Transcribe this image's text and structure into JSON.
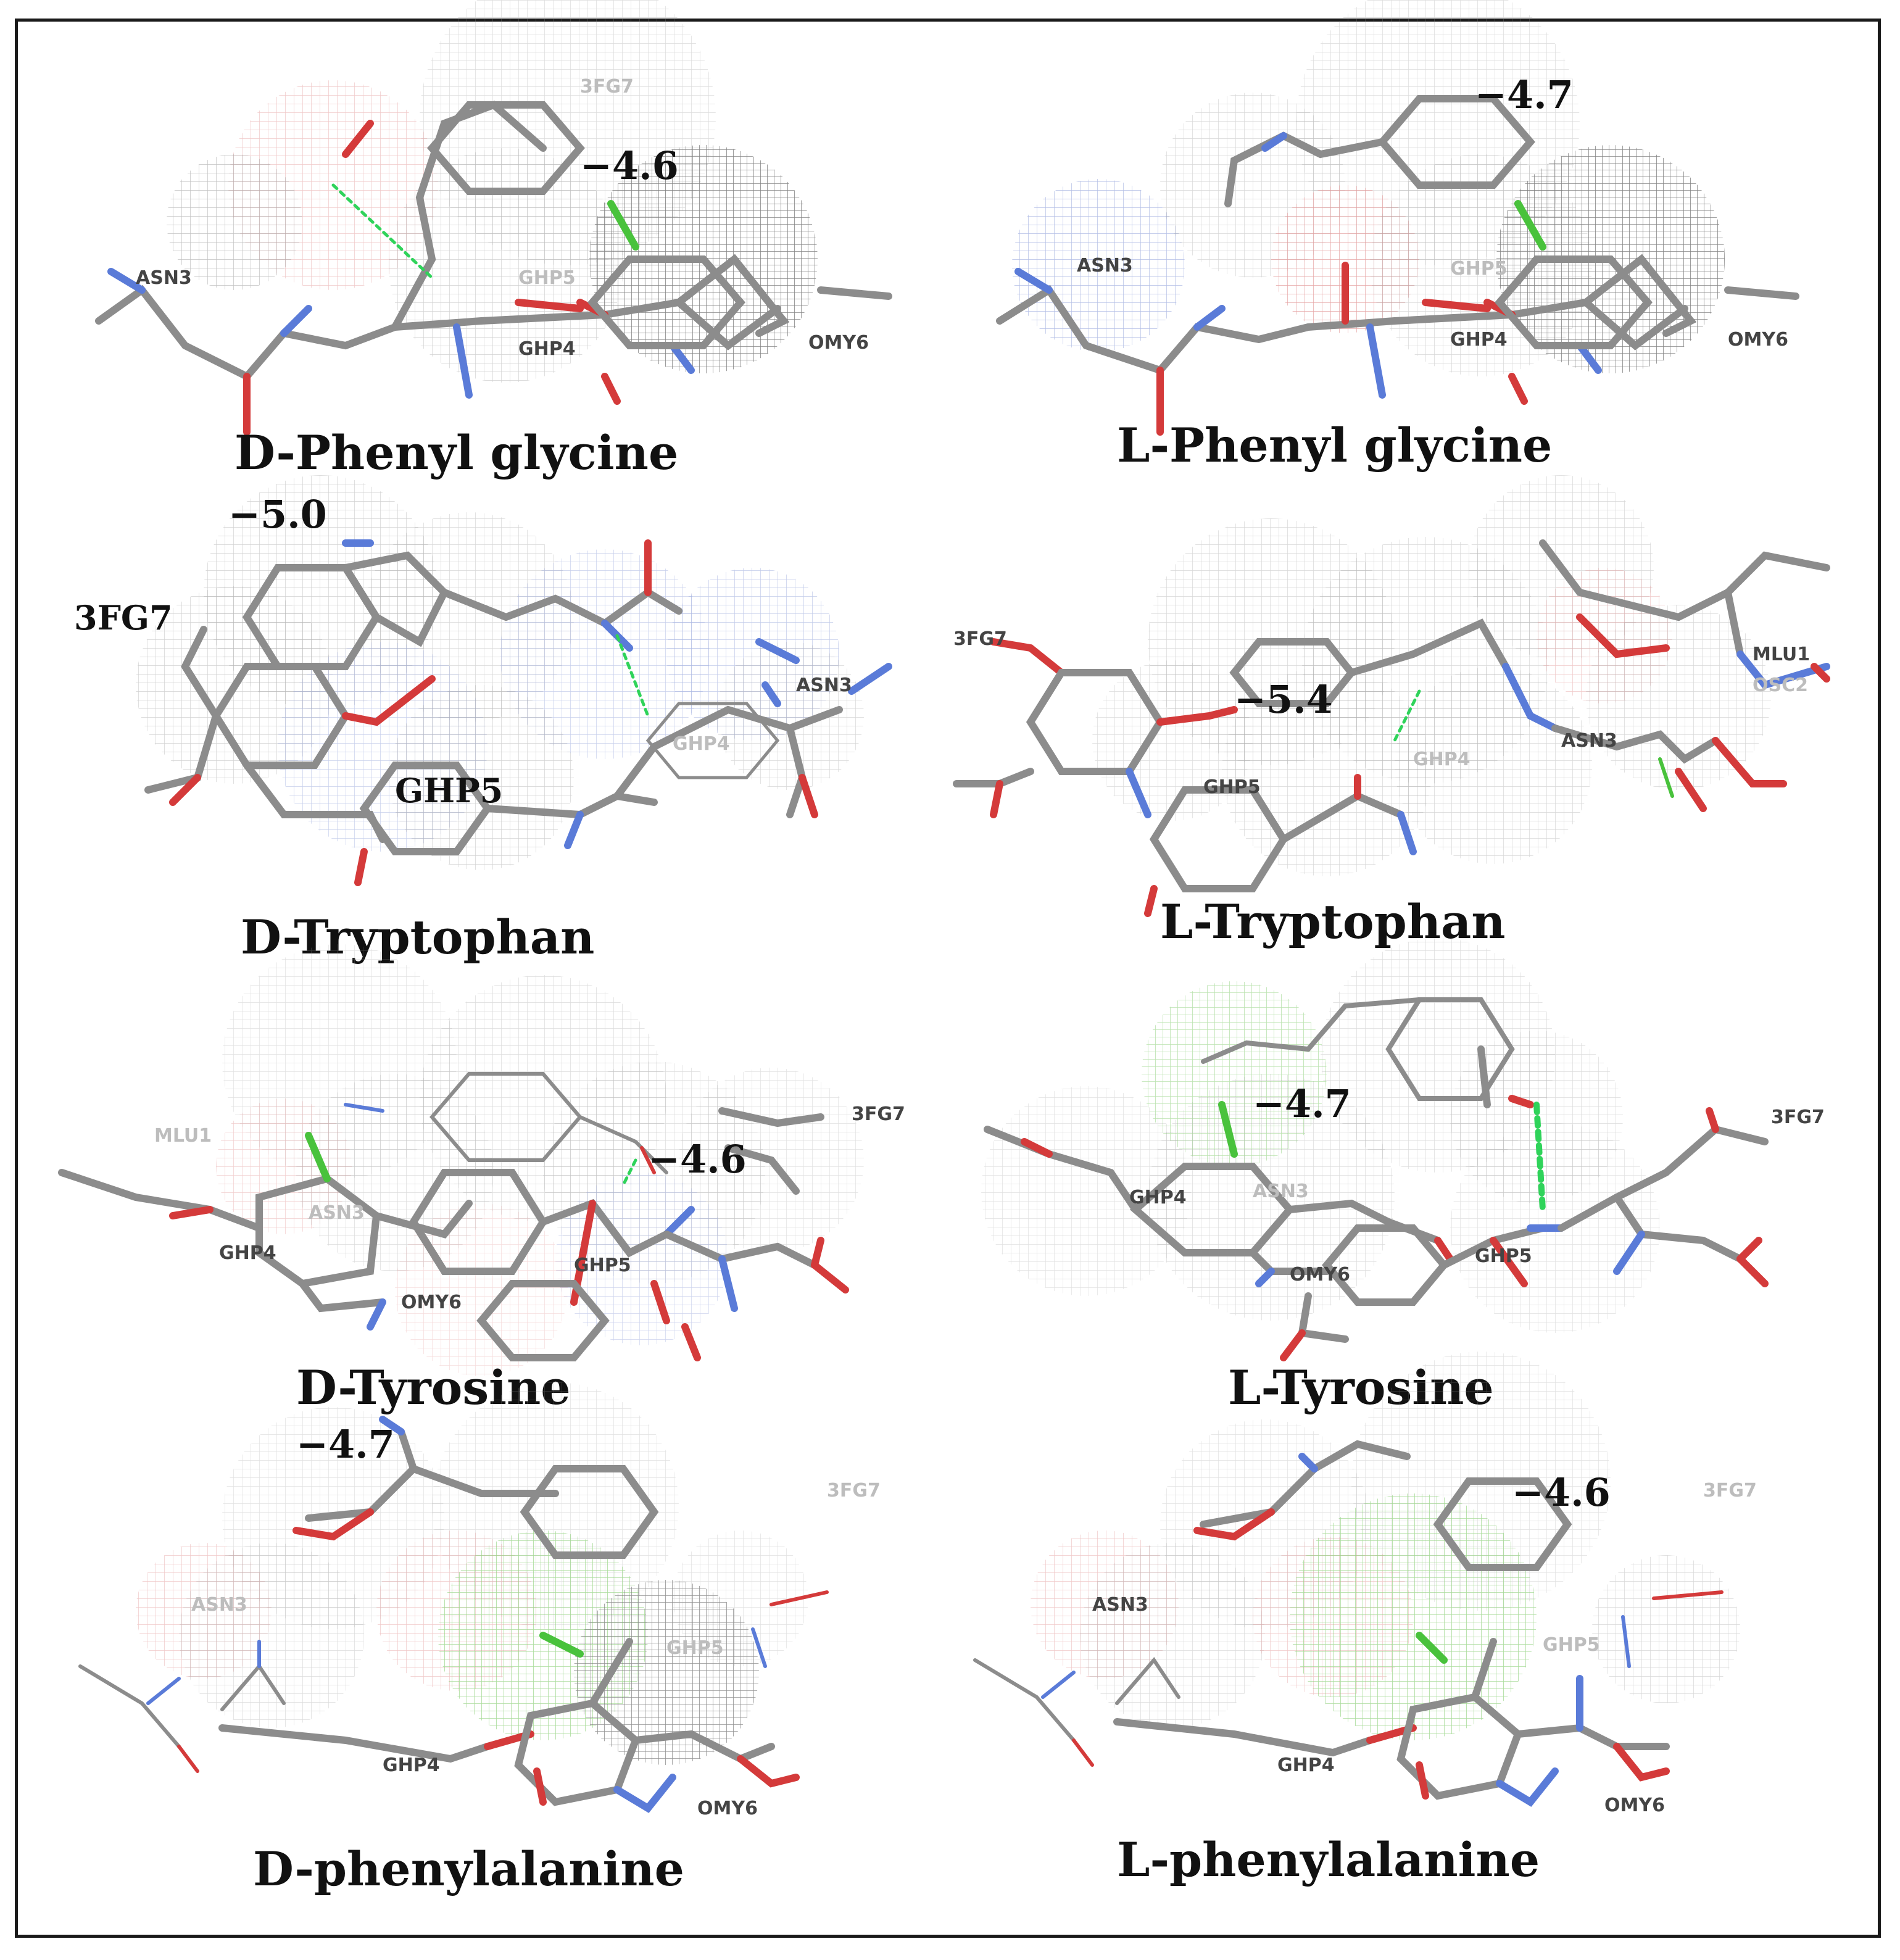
{
  "colors": {
    "carbon": "#8c8c8c",
    "oxygen": "#d43a3a",
    "nitrogen": "#5a7bd8",
    "chlorine": "#49c23c",
    "hbond": "#2fd35a",
    "mesh_gray": "#9a9a9a",
    "mesh_red": "#e39b9b",
    "mesh_blue": "#9aa8dc",
    "mesh_green": "#8ed07a"
  },
  "panels": [
    {
      "caption": "D-Phenyl glycine",
      "score": "−4.6",
      "residues": [
        "ASN3",
        "GHP4",
        "GHP5",
        "OMY6",
        "3FG7"
      ]
    },
    {
      "caption": "L-Phenyl glycine",
      "score": "−4.7",
      "residues": [
        "ASN3",
        "GHP4",
        "GHP5",
        "OMY6"
      ]
    },
    {
      "caption": "D-Tryptophan",
      "score": "−5.0",
      "residues": [
        "3FG7",
        "GHP5",
        "ASN3",
        "GHP4"
      ]
    },
    {
      "caption": "L-Tryptophan",
      "score": "−5.4",
      "residues": [
        "3FG7",
        "MLU1",
        "OSC2",
        "ASN3",
        "GHP5",
        "GHP4"
      ]
    },
    {
      "caption": "D-Tyrosine",
      "score": "−4.6",
      "residues": [
        "MLU1",
        "3FG7",
        "ASN3",
        "GHP4",
        "GHP5",
        "OMY6"
      ]
    },
    {
      "caption": "L-Tyrosine",
      "score": "−4.7",
      "residues": [
        "3FG7",
        "ASN3",
        "GHP4",
        "OMY6",
        "GHP5"
      ]
    },
    {
      "caption": "D-phenylalanine",
      "score": "−4.7",
      "residues": [
        "3FG7",
        "ASN3",
        "GHP5",
        "GHP4",
        "OMY6"
      ]
    },
    {
      "caption": "L-phenylalanine",
      "score": "−4.6",
      "residues": [
        "3FG7",
        "ASN3",
        "GHP5",
        "GHP4",
        "OMY6"
      ]
    }
  ]
}
